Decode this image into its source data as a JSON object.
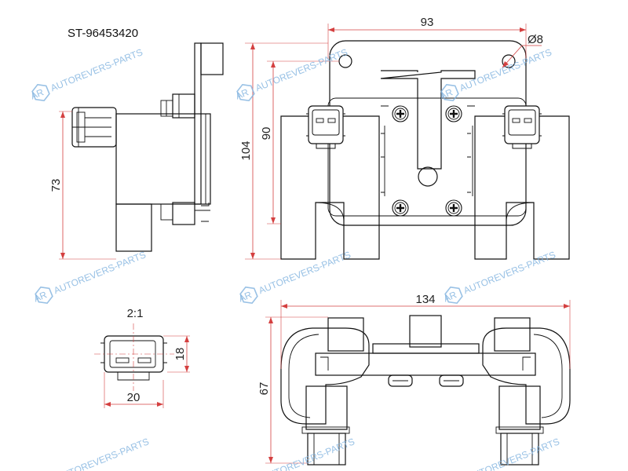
{
  "part_number": "ST-96453420",
  "watermark": {
    "text": "AUTOREVERS-PARTS",
    "logo": "AR",
    "color": "#7fb2df"
  },
  "colors": {
    "line": "#111111",
    "dimension": "#d44040"
  },
  "dimensions": {
    "width_top": "93",
    "hole_diameter": "Ø8",
    "height_overall": "104",
    "height_inner": "90",
    "height_side": "73",
    "width_bottom": "134",
    "height_bottom": "67",
    "connector_scale": "2:1",
    "connector_width": "20",
    "connector_height": "18"
  }
}
